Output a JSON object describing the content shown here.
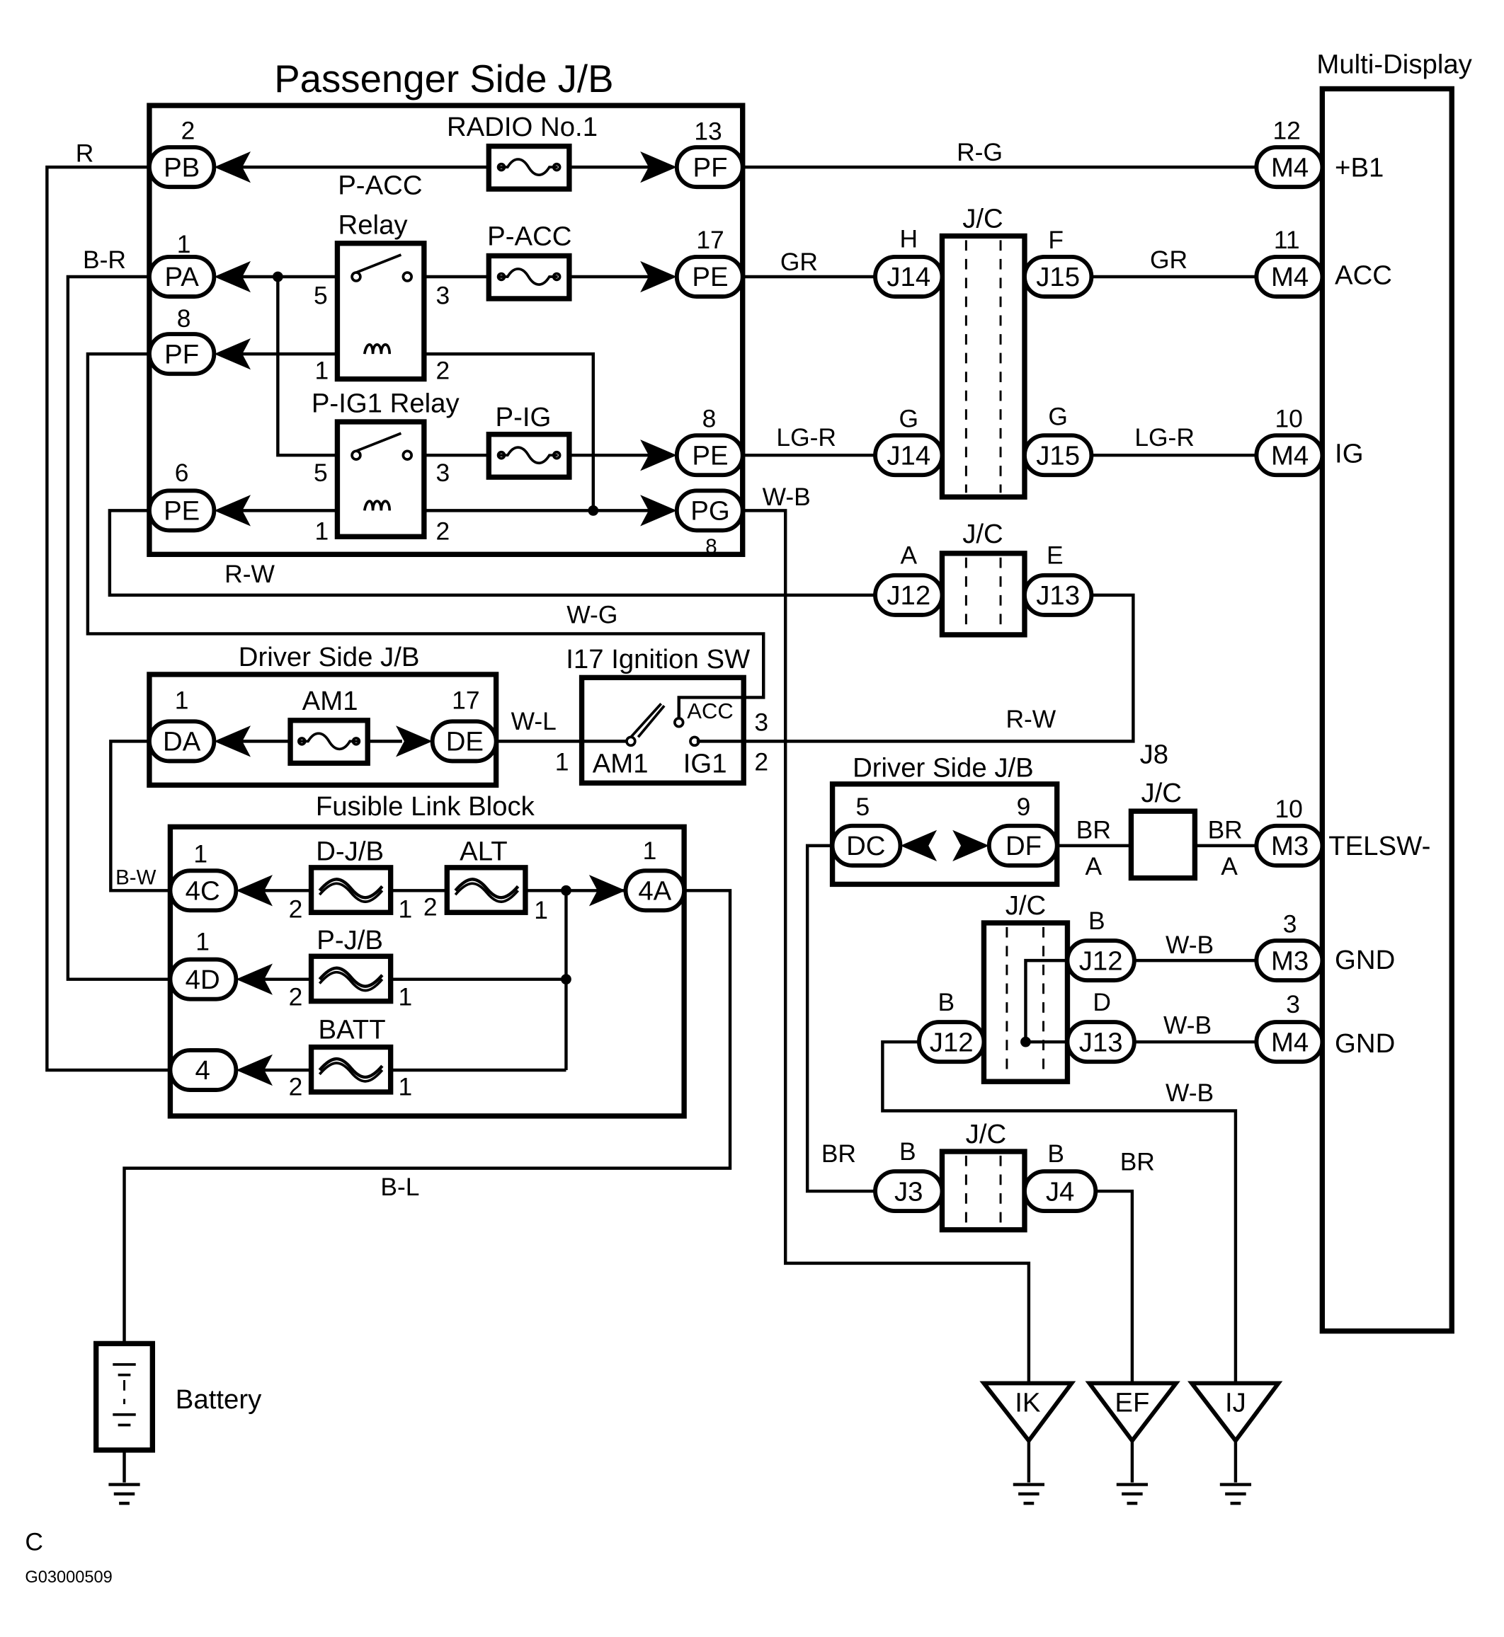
{
  "labels": {
    "passenger_jb": "Passenger Side J/B",
    "multi_display": "Multi-Display",
    "radio_no1": "RADIO No.1",
    "p_acc_relay_line1": "P-ACC",
    "p_acc_relay_line2": "Relay",
    "p_acc_fuse": "P-ACC",
    "p_ig1_relay": "P-IG1  Relay",
    "p_ig_fuse": "P-IG",
    "jc": "J/C",
    "driver_jb": "Driver Side J/B",
    "am1_fuse": "AM1",
    "ignition_sw": "I17 Ignition SW",
    "sw_acc": "ACC",
    "sw_am1": "AM1",
    "sw_ig1": "IG1",
    "fusible_link_block": "Fusible Link Block",
    "fuse_djb": "D-J/B",
    "fuse_alt": "ALT",
    "fuse_pjb": "P-J/B",
    "fuse_batt": "BATT",
    "j8": "J8",
    "battery": "Battery",
    "corner_c": "C",
    "figure_code": "G03000509"
  },
  "display_pins": {
    "b1": "+B1",
    "acc": "ACC",
    "ig": "IG",
    "telsw": "TELSW-",
    "gnd1": "GND",
    "gnd2": "GND"
  },
  "connectors": {
    "pb": "PB",
    "pa": "PA",
    "pf_left": "PF",
    "pe_left": "PE",
    "pf_right": "PF",
    "pe_top": "PE",
    "pe_mid": "PE",
    "pg": "PG",
    "j14_top": "J14",
    "j14_bot": "J14",
    "j15_top": "J15",
    "j15_bot": "J15",
    "j12_mid": "J12",
    "j13_mid": "J13",
    "m4_b1": "M4",
    "m4_acc": "M4",
    "m4_ig": "M4",
    "m3_tel": "M3",
    "m3_gnd": "M3",
    "m4_gnd": "M4",
    "da": "DA",
    "de": "DE",
    "dc": "DC",
    "df": "DF",
    "c4c": "4C",
    "c4a": "4A",
    "c4d": "4D",
    "c4": "4",
    "j12_r": "J12",
    "j12_l": "J12",
    "j13_r": "J13",
    "j3": "J3",
    "j4": "J4",
    "ik": "IK",
    "ef": "EF",
    "ij": "IJ"
  },
  "pin_numbers": {
    "pb": "2",
    "pa": "1",
    "pf_left": "8",
    "pe_left": "6",
    "pf_right": "13",
    "pe_top": "17",
    "pe_mid": "8",
    "pg": "8",
    "m4_b1": "12",
    "m4_acc": "11",
    "m4_ig": "10",
    "m3_tel": "10",
    "m3_gnd": "3",
    "m4_gnd": "3",
    "relay_5a": "5",
    "relay_3a": "3",
    "relay_1a": "1",
    "relay_2a": "2",
    "relay_5b": "5",
    "relay_3b": "3",
    "relay_1b": "1",
    "relay_2b": "2",
    "da": "1",
    "de": "17",
    "sw_1": "1",
    "sw_3": "3",
    "sw_2": "2",
    "dc": "5",
    "df": "9",
    "c4c": "1",
    "c4a": "1",
    "c4d": "1",
    "djb_in": "2",
    "djb_out": "1",
    "alt_in": "2",
    "alt_out": "1",
    "pjb_in": "2",
    "pjb_out": "1",
    "batt_in": "2",
    "batt_out": "1"
  },
  "terminal_letters": {
    "h": "H",
    "f": "F",
    "g1": "G",
    "g2": "G",
    "a": "A",
    "e": "E",
    "b_j12r": "B",
    "d_j13r": "D",
    "b_j12l": "B",
    "b_j3": "B",
    "b_j4": "B",
    "a_df": "A",
    "a_m3": "A"
  },
  "wire_colors": {
    "r": "R",
    "rg": "R-G",
    "br_top": "B-R",
    "gr1": "GR",
    "gr2": "GR",
    "lgr1": "LG-R",
    "lgr2": "LG-R",
    "wb_pg": "W-B",
    "rw1": "R-W",
    "wg": "W-G",
    "wl": "W-L",
    "rw2": "R-W",
    "bw": "B-W",
    "br1": "BR",
    "br2": "BR",
    "wb1": "W-B",
    "wb2": "W-B",
    "wb3": "W-B",
    "br3": "BR",
    "br4": "BR",
    "bl": "B-L"
  }
}
